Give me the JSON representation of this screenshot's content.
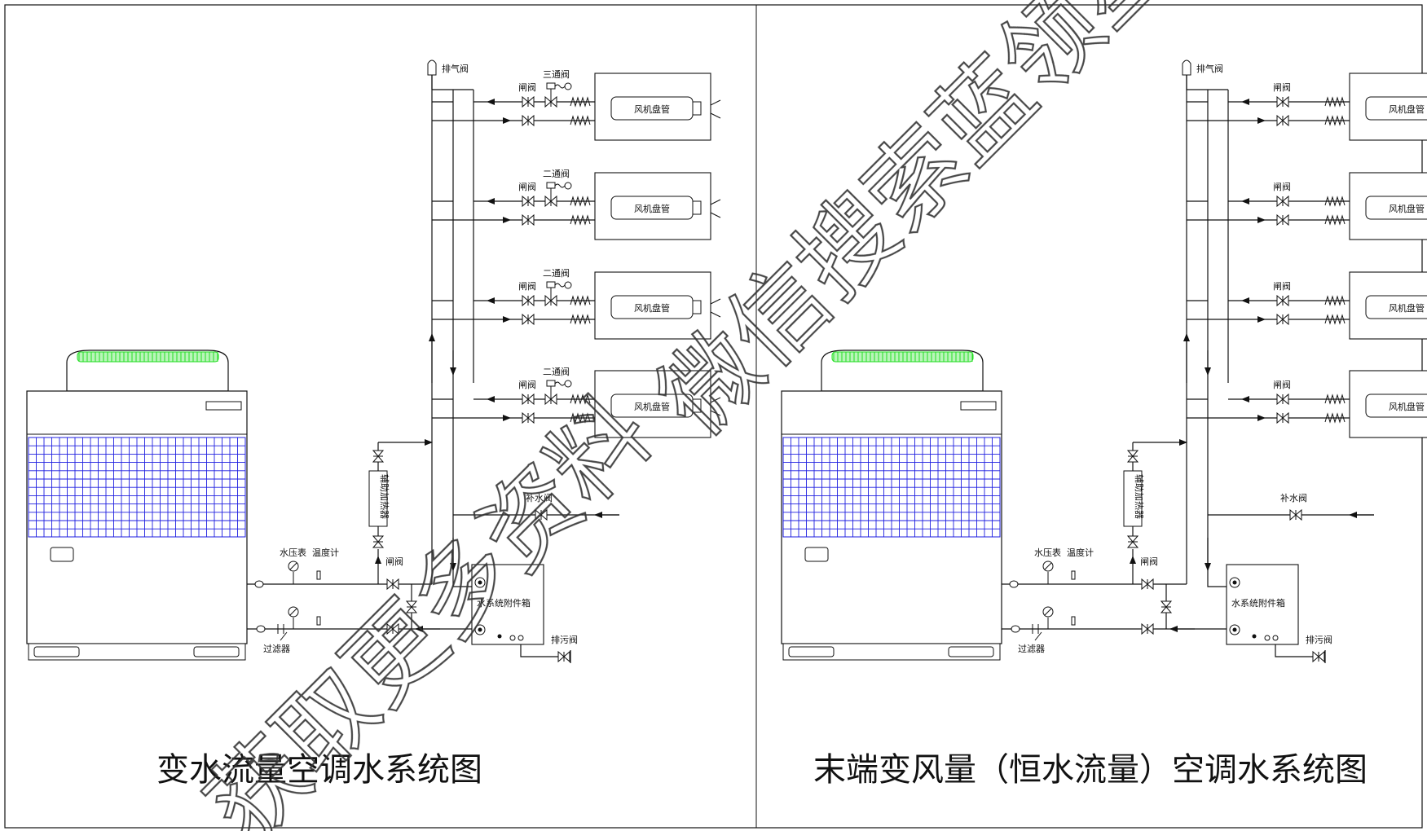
{
  "watermark": {
    "text_upper": "微信搜索蓝领星",
    "text_lower": "获取更多资料"
  },
  "left_panel": {
    "title": "变水流量空调水系统图",
    "top_valve_labels": [
      [
        "闸阀",
        "三通阀"
      ],
      [
        "闸阀",
        "二通阀"
      ],
      [
        "闸阀",
        "二通阀"
      ],
      [
        "闸阀",
        "二通阀"
      ]
    ]
  },
  "right_panel": {
    "title": "末端变风量（恒水流量）空调水系统图",
    "top_valve_labels": [
      [
        "闸阀"
      ],
      [
        "闸阀"
      ],
      [
        "闸阀"
      ],
      [
        "闸阀"
      ]
    ]
  },
  "labels": {
    "exhaust_valve": "排气阀",
    "fan_coil": "风机盘管",
    "aux_heater": "辅助加热器",
    "pressure_gauge": "水压表",
    "thermometer": "温度计",
    "gate_valve": "闸阀",
    "filter": "过滤器",
    "makeup_valve": "补水阀",
    "accessory_box": "水系统附件箱",
    "drain_valve": "排污阀"
  },
  "colors": {
    "line": "#111111",
    "fan_grille": "#22dd22",
    "coil_grid": "#1f1fe0"
  }
}
